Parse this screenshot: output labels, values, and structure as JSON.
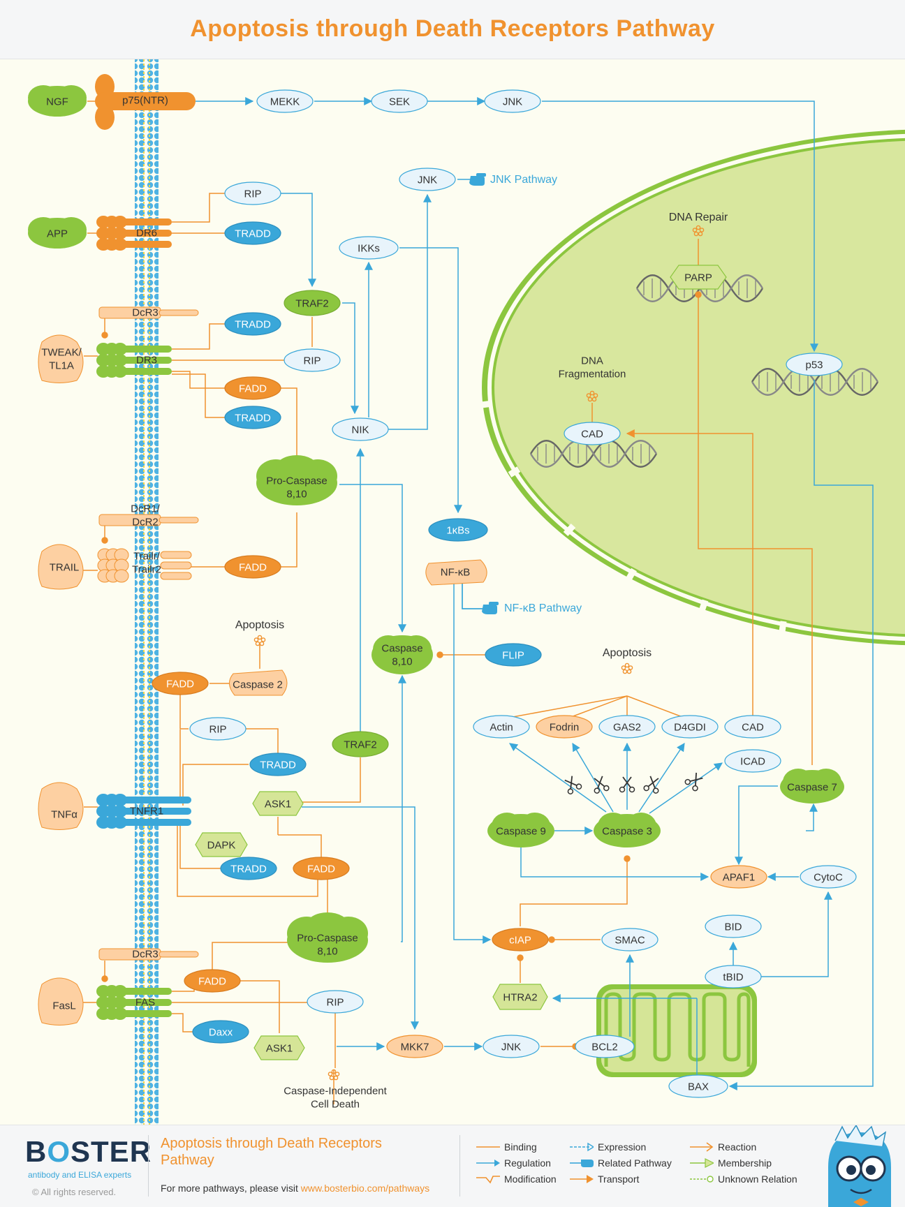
{
  "title": "Apoptosis through Death Receptors Pathway",
  "colors": {
    "orange": "#f0922f",
    "blue": "#3aa7d9",
    "green": "#8cc63f",
    "light_orange": "#fdd0a2",
    "light_green": "#d5e597",
    "nucleus": "#d8e79e",
    "cytoplasm": "#fdfdf1"
  },
  "nodes": {
    "ngf": "NGF",
    "p75": "p75(NTR)",
    "mekk": "MEKK",
    "sek": "SEK",
    "jnk_top": "JNK",
    "jnk_mid": "JNK",
    "jnk_pathway": "JNK Pathway",
    "app": "APP",
    "dr6": "DR6",
    "rip1": "RIP",
    "tradd1": "TRADD",
    "ikks": "IKKs",
    "traf2_top": "TRAF2",
    "dcr3_top": "DcR3",
    "tweak": "TWEAK/\nTL1A",
    "dr3": "DR3",
    "tradd2": "TRADD",
    "rip2": "RIP",
    "fadd1": "FADD",
    "tradd3": "TRADD",
    "nik": "NIK",
    "procasp1": "Pro-Caspase\n8,10",
    "dcr12": "DcR1/\nDcR2",
    "trail": "TRAIL",
    "trailr": "Trailr/\nTrailr2",
    "fadd2": "FADD",
    "ikbs": "1κBs",
    "nfkb": "NF-κB",
    "nfkb_pathway": "NF-κB Pathway",
    "apoptosis_left": "Apoptosis",
    "casp810": "Caspase\n8,10",
    "flip": "FLIP",
    "fadd3": "FADD",
    "casp2": "Caspase 2",
    "rip3": "RIP",
    "traf2_low": "TRAF2",
    "tradd4": "TRADD",
    "ask1_top": "ASK1",
    "tnfa": "TNFα",
    "tnfr1": "TNFR1",
    "dapk": "DAPK",
    "tradd5": "TRADD",
    "fadd4": "FADD",
    "procasp2": "Pro-Caspase\n8,10",
    "dcr3_low": "DcR3",
    "fasl": "FasL",
    "fas": "FAS",
    "fadd5": "FADD",
    "rip4": "RIP",
    "daxx": "Daxx",
    "ask1_low": "ASK1",
    "mkk7": "MKK7",
    "jnk_low": "JNK",
    "bcl2": "BCL2",
    "cid": "Caspase-Independent\nCell Death",
    "dna_repair": "DNA Repair",
    "parp": "PARP",
    "dna_frag": "DNA\nFragmentation",
    "cad_nuc": "CAD",
    "p53": "p53",
    "apoptosis_right": "Apoptosis",
    "actin": "Actin",
    "fodrin": "Fodrin",
    "gas2": "GAS2",
    "d4gdi": "D4GDI",
    "cad": "CAD",
    "icad": "ICAD",
    "casp9": "Caspase 9",
    "casp3": "Caspase 3",
    "casp7": "Caspase 7",
    "apaf1": "APAF1",
    "cytoc": "CytoC",
    "ciap": "cIAP",
    "smac": "SMAC",
    "htra2": "HTRA2",
    "bid": "BID",
    "tbid": "tBID",
    "bax": "BAX"
  },
  "footer": {
    "brand_a": "B",
    "brand_o": "O",
    "brand_b": "STER",
    "tagline": "antibody and ELISA experts",
    "copyright": "© All rights reserved.",
    "title": "Apoptosis through Death Receptors Pathway",
    "visit_prefix": "For more pathways, please visit ",
    "visit_link": "www.bosterbio.com/pathways"
  },
  "legend": {
    "binding": "Binding",
    "regulation": "Regulation",
    "modification": "Modification",
    "expression": "Expression",
    "related_pathway": "Related Pathway",
    "transport": "Transport",
    "reaction": "Reaction",
    "membership": "Membership",
    "unknown_relation": "Unknown Relation"
  }
}
